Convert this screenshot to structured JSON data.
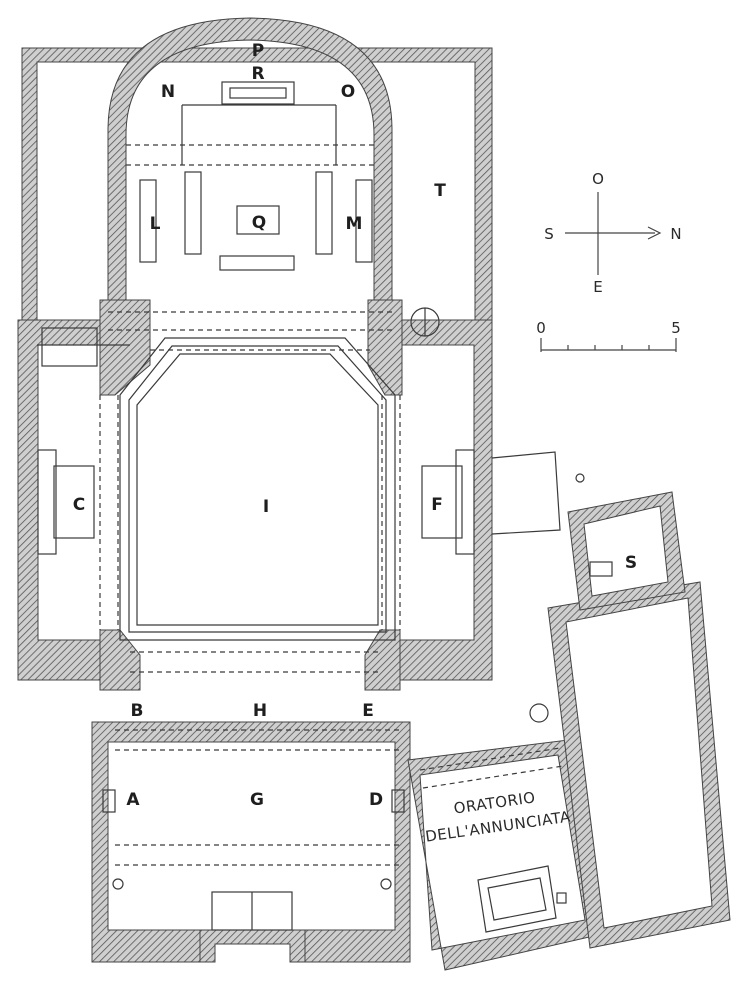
{
  "plan": {
    "room_labels": {
      "A": "A",
      "B": "B",
      "C": "C",
      "D": "D",
      "E": "E",
      "F": "F",
      "G": "G",
      "H": "H",
      "I": "I",
      "L": "L",
      "M": "M",
      "N": "N",
      "O": "O",
      "P": "P",
      "Q": "Q",
      "R": "R",
      "S": "S",
      "T": "T"
    },
    "oratorio": {
      "line1": "ORATORIO",
      "line2": "DELL'ANNUNCIATA"
    },
    "compass": {
      "north": "N",
      "south": "S",
      "east": "E",
      "west": "O"
    },
    "scale": {
      "start": "0",
      "end": "5"
    },
    "colors": {
      "wall": "#5a5a5a",
      "line": "#3a3a3a",
      "paper": "#ffffff"
    }
  }
}
